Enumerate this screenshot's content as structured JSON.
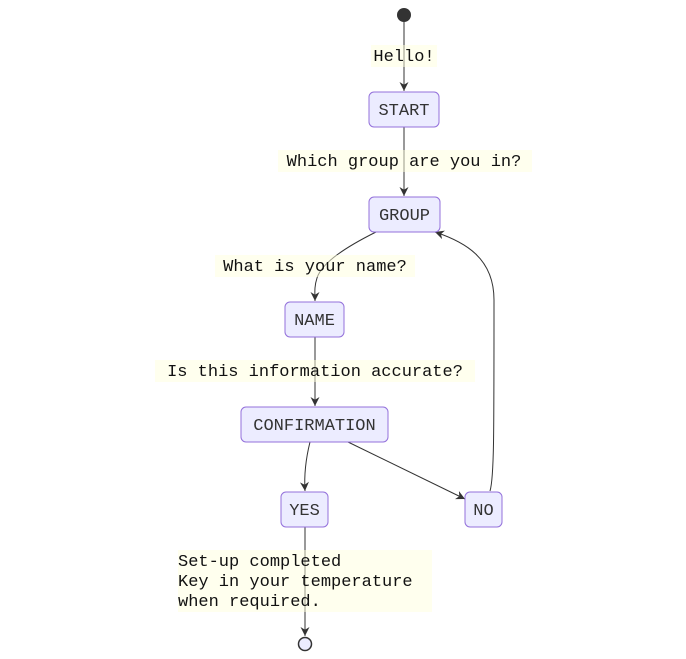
{
  "diagram": {
    "type": "state-diagram",
    "states": {
      "start": "START",
      "group": "GROUP",
      "name": "NAME",
      "confirmation": "CONFIRMATION",
      "yes": "YES",
      "no": "NO"
    },
    "transitions": {
      "initial_to_start": "Hello!",
      "start_to_group": "Which group are you in?",
      "group_to_name": "What is your name?",
      "name_to_confirmation": "Is this information accurate?",
      "yes_to_final": [
        "Set-up completed",
        "Key in your temperature",
        "when required."
      ]
    },
    "colors": {
      "state_fill": "#ececff",
      "state_border": "#9370db",
      "edge": "#333333",
      "label_background": "#ffffde"
    }
  }
}
